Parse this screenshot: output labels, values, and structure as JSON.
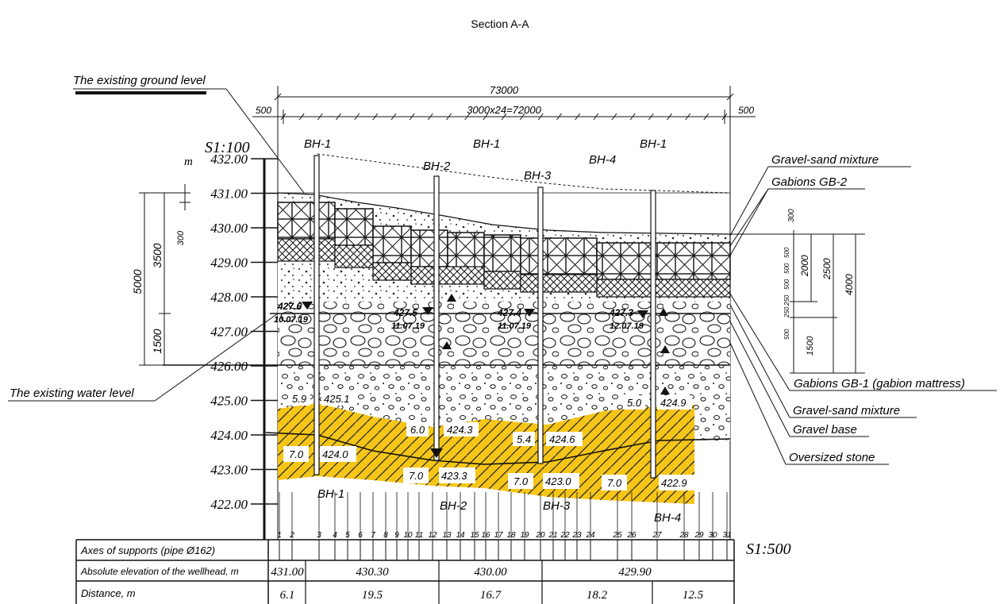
{
  "title": "Section A-A",
  "scales": {
    "vertical": "S1:100",
    "horizontal": "S1:500"
  },
  "elevation_unit": "m",
  "elevation_ticks": [
    "432.00",
    "431.00",
    "430.00",
    "429.00",
    "428.00",
    "427.00",
    "426.00",
    "425.00",
    "424.00",
    "423.00",
    "422.00"
  ],
  "dimensions": {
    "total": "73000",
    "span": "3000x24=72000",
    "left_offset": "500",
    "right_offset": "500",
    "left_vertical": [
      "5000",
      "3500",
      "1500",
      "300"
    ],
    "right_vertical": [
      "300",
      "500",
      "500",
      "500",
      "250",
      "250",
      "500",
      "1500",
      "2000",
      "2500",
      "4000"
    ]
  },
  "boreholes": {
    "top": [
      "BH-1",
      "BH-2",
      "BH-1",
      "BH-3",
      "BH-4",
      "BH-1"
    ],
    "bottom": [
      "BH-1",
      "BH-2",
      "BH-3",
      "BH-4"
    ]
  },
  "water_levels": [
    {
      "level": "427.6",
      "date": "10.07.19"
    },
    {
      "level": "427.5",
      "date": "11.07.19"
    },
    {
      "level": "427.4",
      "date": "11.07.19"
    },
    {
      "level": "427.3",
      "date": "12.07.19"
    }
  ],
  "layer_marks": [
    {
      "depth": "5.9",
      "elev": "425.1"
    },
    {
      "depth": "6.0",
      "elev": "424.3"
    },
    {
      "depth": "5.4",
      "elev": "424.6"
    },
    {
      "depth": "5.0",
      "elev": "424.9"
    }
  ],
  "bottom_marks": [
    {
      "depth": "7.0",
      "elev": "424.0"
    },
    {
      "depth": "7.0",
      "elev": "423.3"
    },
    {
      "depth": "7.0",
      "elev": "423.0"
    },
    {
      "depth": "7.0",
      "elev": "422.9"
    }
  ],
  "callouts": {
    "ground": "The existing ground level",
    "water": "The existing water level",
    "gravel_sand_top": "Gravel-sand mixture",
    "gabions_gb2": "Gabions GB-2",
    "gabions_gb1": "Gabions GB-1 (gabion mattress)",
    "gravel_sand": "Gravel-sand mixture",
    "gravel_base": "Gravel base",
    "oversized": "Oversized stone"
  },
  "axis_numbers": [
    "1",
    "2",
    "3",
    "4",
    "5",
    "6",
    "7",
    "8",
    "9",
    "10",
    "11",
    "12",
    "13",
    "14",
    "15",
    "16",
    "17",
    "18",
    "19",
    "20",
    "21",
    "22",
    "23",
    "24",
    "25",
    "26",
    "27",
    "28",
    "29",
    "30",
    "31"
  ],
  "table": {
    "row_labels": [
      "Axes of supports (pipe Ø162)",
      "Absolute elevation of the wellhead, m",
      "Distance, m"
    ],
    "elevations": [
      "431.00",
      "430.30",
      "430.00",
      "429.90"
    ],
    "distances": [
      "6.1",
      "19.5",
      "16.7",
      "18.2",
      "12.5"
    ]
  }
}
